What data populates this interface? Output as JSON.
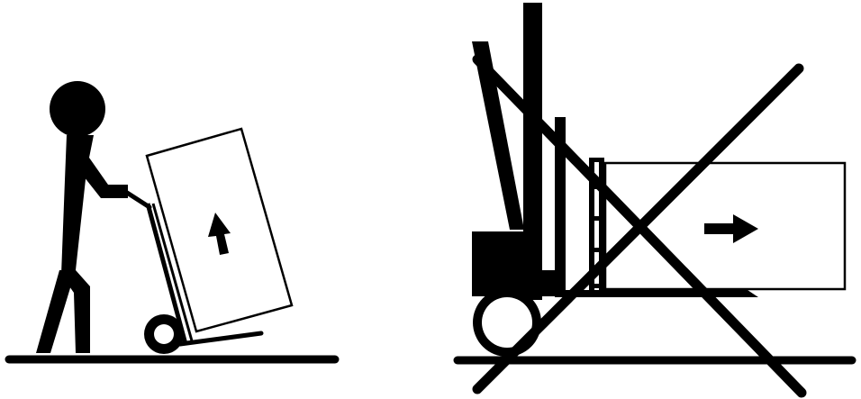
{
  "panels": [
    {
      "id": "correct",
      "meaning": "handling-with-hand-truck-allowed",
      "icons": [
        "person-icon",
        "hand-truck-icon",
        "box-up-arrow-icon",
        "ground-line"
      ]
    },
    {
      "id": "prohibited",
      "meaning": "forklift-transport-prohibited",
      "icons": [
        "forklift-icon",
        "box-side-arrow-icon",
        "prohibited-cross-icon",
        "ground-line"
      ]
    }
  ],
  "colors": {
    "ink": "#000000",
    "paper": "#ffffff"
  }
}
